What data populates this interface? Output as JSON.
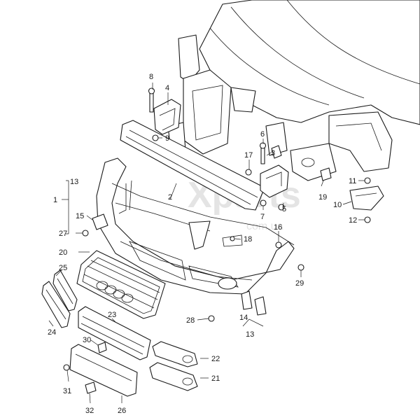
{
  "watermark": {
    "main": "Xparts",
    "sub": "com.ua"
  },
  "callouts": {
    "c1": "1",
    "c2": "2",
    "c3": "3",
    "c4": "4",
    "c5": "5",
    "c6": "6",
    "c7": "7",
    "c8": "8",
    "c9": "9",
    "c10": "10",
    "c11": "11",
    "c12": "12",
    "c13a": "13",
    "c13b": "13",
    "c14": "14",
    "c15": "15",
    "c16": "16",
    "c17": "17",
    "c18": "18",
    "c19": "19",
    "c20": "20",
    "c21": "21",
    "c22": "22",
    "c23": "23",
    "c24": "24",
    "c25": "25",
    "c26": "26",
    "c27": "27",
    "c28": "28",
    "c29": "29",
    "c30": "30",
    "c31": "31",
    "c32": "32"
  },
  "colors": {
    "line": "#1a1a1a",
    "watermark": "#e4e4e4",
    "background": "#ffffff"
  }
}
